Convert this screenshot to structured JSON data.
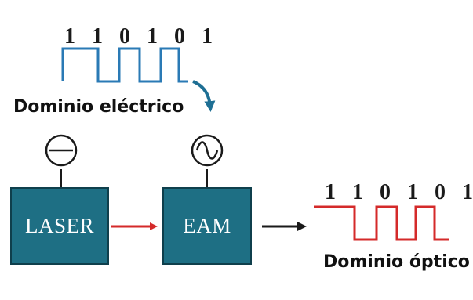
{
  "electrical": {
    "bits": "1 1 0 1 0 1",
    "label": "Dominio eléctrico",
    "color": "#2a7ab5"
  },
  "optical": {
    "bits": "1 1 0 1 0 1",
    "label": "Dominio óptico",
    "color": "#d42a2a"
  },
  "blocks": {
    "laser": {
      "label": "LASER",
      "color": "#1e6f84",
      "icon": "minus-circle-icon"
    },
    "eam": {
      "label": "EAM",
      "color": "#1e6f84",
      "icon": "sine-wave-circle-icon"
    }
  },
  "arrows": {
    "laser_to_eam_color": "#d42a2a",
    "eam_output_color": "#1a1a1a",
    "curved_color": "#1e6f94"
  }
}
